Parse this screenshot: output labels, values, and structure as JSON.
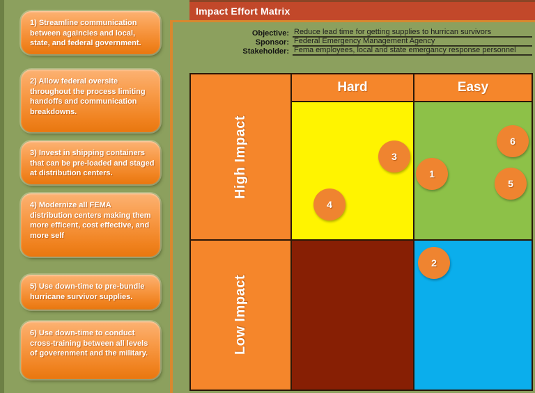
{
  "title_bar": {
    "title": "Impact Effort Matrix",
    "bg_color": "#C2482A"
  },
  "info": {
    "rows": [
      {
        "label": "Objective:",
        "value": "Reduce lead time for getting supplies to hurrican survivors"
      },
      {
        "label": "Sponsor:",
        "value": "Federal Emergency Management Agency"
      },
      {
        "label": "Stakeholder:",
        "value": "Fema employees, local and state emergancy response personnel"
      }
    ]
  },
  "sidebar": {
    "items": [
      {
        "text": "1) Streamline communication between againcies and local, state, and federal government."
      },
      {
        "text": "2) Allow federal oversite throughout the process limiting handoffs and  communication breakdowns."
      },
      {
        "text": "3) Invest in shipping containers that can be pre-loaded and staged at distribution centers."
      },
      {
        "text": "4) Modernize all FEMA distribution centers making them more efficent, cost effective, and more self"
      },
      {
        "text": "5) Use down-time to pre-bundle hurricane survivor supplies."
      },
      {
        "text": "6) Use down-time to conduct cross-training between all levels of goverenment and the military."
      }
    ]
  },
  "matrix": {
    "column_headers": [
      "Hard",
      "Easy"
    ],
    "row_headers": [
      "High Impact",
      "Low Impact"
    ],
    "quadrants": [
      {
        "name": "high-impact-hard",
        "color": "#FFF400",
        "markers": [
          "3",
          "4"
        ]
      },
      {
        "name": "high-impact-easy",
        "color": "#8DC148",
        "markers": [
          "1",
          "5",
          "6"
        ]
      },
      {
        "name": "low-impact-hard",
        "color": "#871F04",
        "markers": []
      },
      {
        "name": "low-impact-easy",
        "color": "#0BAEEC",
        "markers": [
          "2"
        ]
      }
    ],
    "markers": [
      {
        "label": "1",
        "quadrant": "high-impact-easy"
      },
      {
        "label": "2",
        "quadrant": "low-impact-easy"
      },
      {
        "label": "3",
        "quadrant": "high-impact-hard"
      },
      {
        "label": "4",
        "quadrant": "high-impact-hard"
      },
      {
        "label": "5",
        "quadrant": "high-impact-easy"
      },
      {
        "label": "6",
        "quadrant": "high-impact-easy"
      }
    ]
  },
  "colors": {
    "background_olive": "#8CA05E",
    "title_bar": "#C2482A",
    "matrix_orange": "#F5862B",
    "marker_orange": "#EF8430",
    "quadrant_yellow": "#FFF400",
    "quadrant_green": "#8DC148",
    "quadrant_maroon": "#871F04",
    "quadrant_blue": "#0BAEEC",
    "frame_rule": "#D8882E",
    "border_dark": "#2B1708"
  }
}
